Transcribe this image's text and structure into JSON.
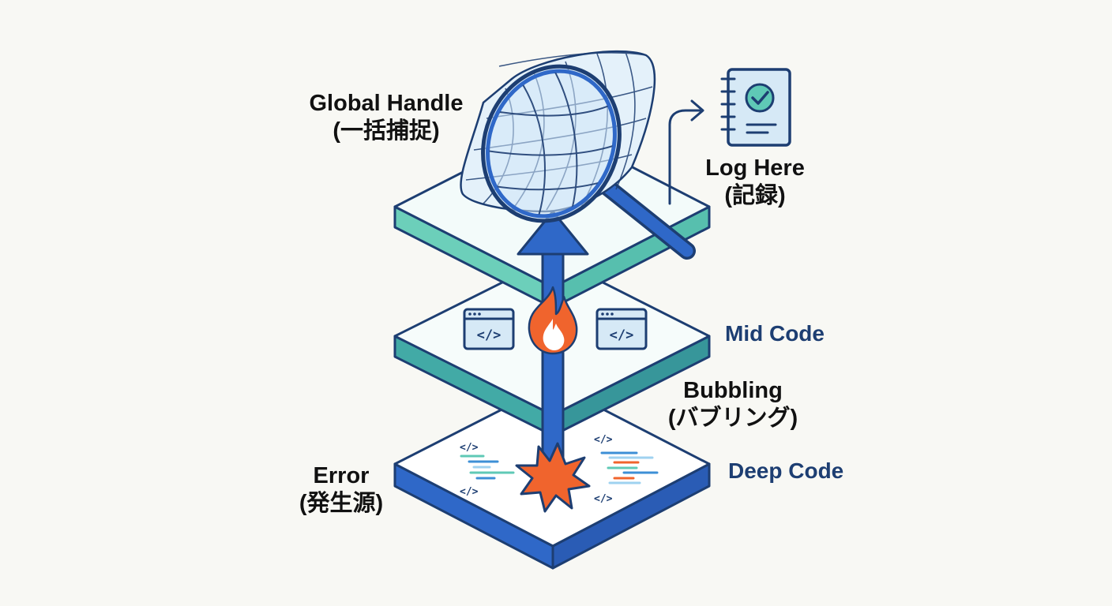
{
  "labels": {
    "global_handle": {
      "line1": "Global Handle",
      "line2": "(一括捕捉)"
    },
    "log_here": {
      "line1": "Log Here",
      "line2": "(記録)"
    },
    "mid_code": "Mid Code",
    "bubbling": {
      "line1": "Bubbling",
      "line2": "(バブリング)"
    },
    "error": {
      "line1": "Error",
      "line2": "(発生源)"
    },
    "deep_code": "Deep Code",
    "code_tag": "</>"
  },
  "icons": {
    "net": "butterfly-net-icon",
    "log": "checklist-notebook-icon",
    "fire": "fire-icon",
    "burst": "error-burst-icon",
    "window": "code-window-icon"
  },
  "colors": {
    "teal": "#5fc9b6",
    "blue": "#2f68c8",
    "navy": "#1d3e72",
    "orange": "#f0642d",
    "light_teal_face": "#f3fbfa",
    "light_blue": "#d6e9f6"
  }
}
